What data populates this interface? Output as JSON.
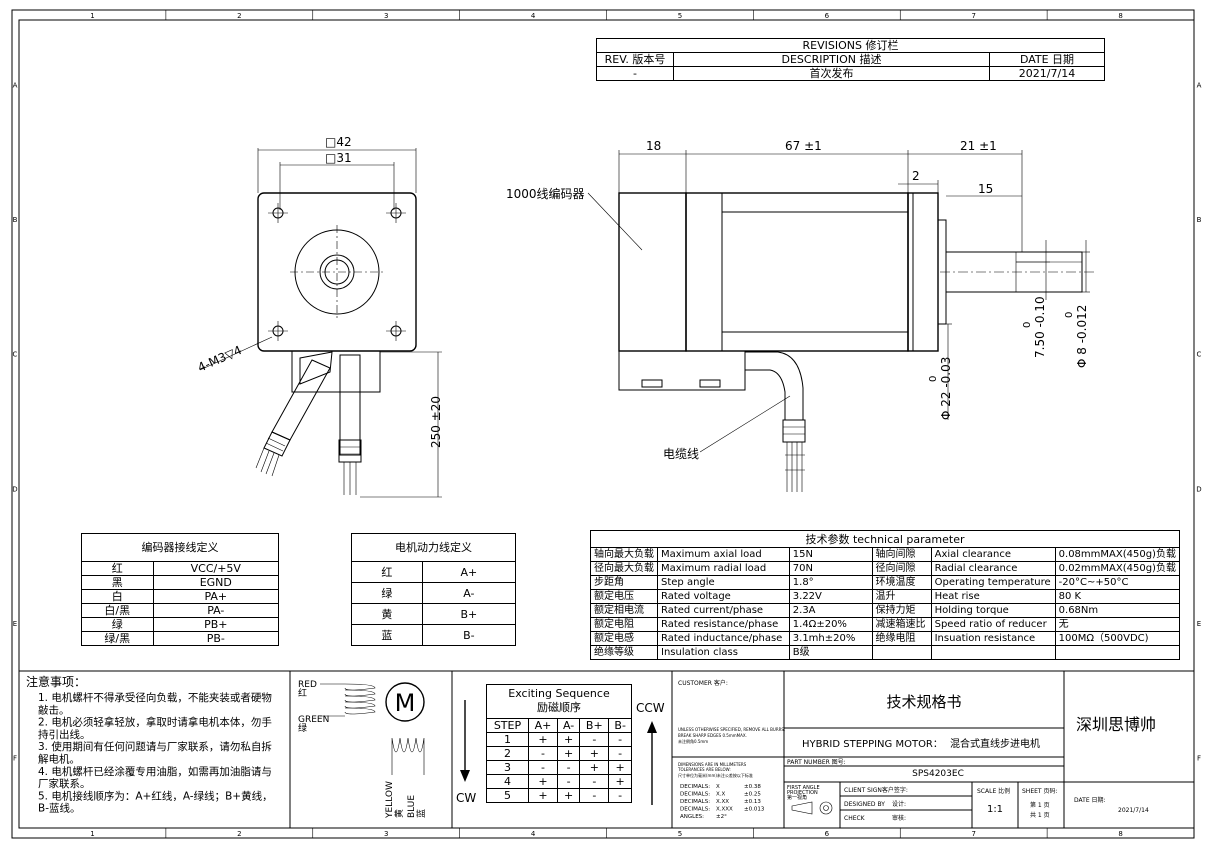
{
  "frame": {
    "col_labels": [
      "1",
      "2",
      "3",
      "4",
      "5",
      "6",
      "7",
      "8"
    ],
    "row_labels": [
      "A",
      "B",
      "C",
      "D",
      "E",
      "F"
    ]
  },
  "revisions": {
    "title": "REVISIONS 修订栏",
    "headers": [
      "REV. 版本号",
      "DESCRIPTION 描述",
      "DATE 日期"
    ],
    "row": [
      "-",
      "首次发布",
      "2021/7/14"
    ]
  },
  "front_view": {
    "dim_outer": "□42",
    "dim_inner": "□31",
    "hole_note": "4-M3▽4",
    "cable_len": "250 ±20"
  },
  "side_view": {
    "dim_18": "18",
    "dim_67": "67 ±1",
    "dim_21": "21 ±1",
    "dim_2": "2",
    "dim_15": "15",
    "encoder_label": "1000线编码器",
    "cable_label": "电缆线",
    "tol_750": "7.50 -0.10",
    "tol_750_zero": "0",
    "tol_8": "Φ 8 -0.012",
    "tol_8_zero": "0",
    "tol_22": "Φ 22 -0.03",
    "tol_22_zero": "0"
  },
  "encoder_table": {
    "title": "编码器接线定义",
    "rows": [
      [
        "红",
        "VCC/+5V"
      ],
      [
        "黑",
        "EGND"
      ],
      [
        "白",
        "PA+"
      ],
      [
        "白/黑",
        "PA-"
      ],
      [
        "绿",
        "PB+"
      ],
      [
        "绿/黑",
        "PB-"
      ]
    ]
  },
  "power_table": {
    "title": "电机动力线定义",
    "rows": [
      [
        "红",
        "A+"
      ],
      [
        "绿",
        "A-"
      ],
      [
        "黄",
        "B+"
      ],
      [
        "蓝",
        "B-"
      ]
    ]
  },
  "tech_table": {
    "title": "技术参数      technical parameter",
    "rows": [
      [
        "轴向最大负载",
        "Maximum axial load",
        "15N",
        "轴向间隙",
        "Axial clearance",
        "0.08mmMAX(450g)负载"
      ],
      [
        "径向最大负载",
        "Maximum radial load",
        "70N",
        "径向间隙",
        "Radial clearance",
        "0.02mmMAX(450g)负载"
      ],
      [
        "步距角",
        "Step angle",
        "1.8°",
        "环境温度",
        "Operating temperature",
        "-20°C~+50°C"
      ],
      [
        "额定电压",
        "Rated voltage",
        "3.22V",
        "温升",
        "Heat  rise",
        "80 K"
      ],
      [
        "额定相电流",
        "Rated current/phase",
        "2.3A",
        "保持力矩",
        "Holding torque",
        "0.68Nm"
      ],
      [
        "额定电阻",
        "Rated resistance/phase",
        "1.4Ω±20%",
        "减速箱速比",
        "Speed ratio of reducer",
        "无"
      ],
      [
        "额定电感",
        "Rated inductance/phase",
        "3.1mh±20%",
        "绝缘电阻",
        "Insuation resistance",
        "100MΩ（500VDC)"
      ],
      [
        "绝缘等级",
        "Insulation class",
        "B级",
        "",
        "",
        ""
      ]
    ]
  },
  "notes": {
    "title": "注意事项：",
    "items": [
      "1. 电机螺杆不得承受径向负载，不能夹装或者硬物",
      "    敲击。",
      "2. 电机必须轻拿轻放，拿取时请拿电机本体，勿手",
      "    持引出线。",
      "3. 使用期间有任何问题请与厂家联系，请勿私自拆",
      "    解电机。",
      "4. 电机螺杆已经涂覆专用油脂，如需再加油脂请与",
      "    厂家联系。",
      "5. 电机接线顺序为：A+红线，A-绿线；B+黄线，",
      "    B-蓝线。"
    ]
  },
  "schematic": {
    "red": "RED",
    "red_cn": "红",
    "green": "GREEN",
    "green_cn": "绿",
    "motor": "M",
    "yellow": "YELLOW",
    "yellow_cn": "黄",
    "blue": "BLUE",
    "blue_cn": "蓝"
  },
  "sequence": {
    "title": "Exciting Sequence",
    "title_cn": "励磁顺序",
    "headers": [
      "STEP",
      "A+",
      "A-",
      "B+",
      "B-"
    ],
    "rows": [
      [
        "1",
        "+",
        "+",
        "-",
        "-"
      ],
      [
        "2",
        "-",
        "+",
        "+",
        "-"
      ],
      [
        "3",
        "-",
        "-",
        "+",
        "+"
      ],
      [
        "4",
        "+",
        "-",
        "-",
        "+"
      ],
      [
        "5",
        "+",
        "+",
        "-",
        "-"
      ]
    ],
    "ccw": "CCW",
    "cw": "CW"
  },
  "title_block": {
    "customer": "CUSTOMER 客户:",
    "unless_note1": "UNLESS OTHERWISE SPECIFIED, REMOVE ALL BURRS,",
    "unless_note2": "BREAK SHARP EDGES 0.5mmMAX.",
    "unless_note3": "未注倒角0.5mm",
    "dim_note1": "DIMENSIONS ARE IN MILLIMETERS",
    "dim_note2": "TOLERANCES ARE BELOW:",
    "dim_note3": "尺寸单位为毫米(mm)未注公差按以下标准",
    "decimals": [
      [
        "DECIMALS:",
        "X",
        "±0.38"
      ],
      [
        "DECIMALS:",
        "X.X",
        "±0.25"
      ],
      [
        "DECIMALS:",
        "X.XX",
        "±0.13"
      ],
      [
        "DECIMALS:",
        "X.XXX",
        "±0.013"
      ],
      [
        "ANGLES:",
        "±2°",
        ""
      ]
    ],
    "spec_title": "技术规格书",
    "product_line_en": "HYBRID STEPPING MOTOR：",
    "product_line_cn": "混合式直线步进电机",
    "part_label": "PART NUMBER 图号:",
    "part_number": "SPS4203EC",
    "company": "深圳思博帅",
    "projection_1": "FIRST ANGLE",
    "projection_2": "PROJECTION",
    "projection_3": "第一视角",
    "client_sign": "CLIENT SIGN客户签字:",
    "designed_by": "DESIGNED BY",
    "designed_cn": "设计:",
    "check": "CHECK",
    "check_cn": "审核:",
    "scale_label": "SCALE 比例",
    "scale": "1:1",
    "sheet_label": "SHEET 页码:",
    "sheet_1": "第 1 页",
    "sheet_2": "共 1 页",
    "date_label": "DATE 日期:",
    "date": "2021/7/14"
  }
}
